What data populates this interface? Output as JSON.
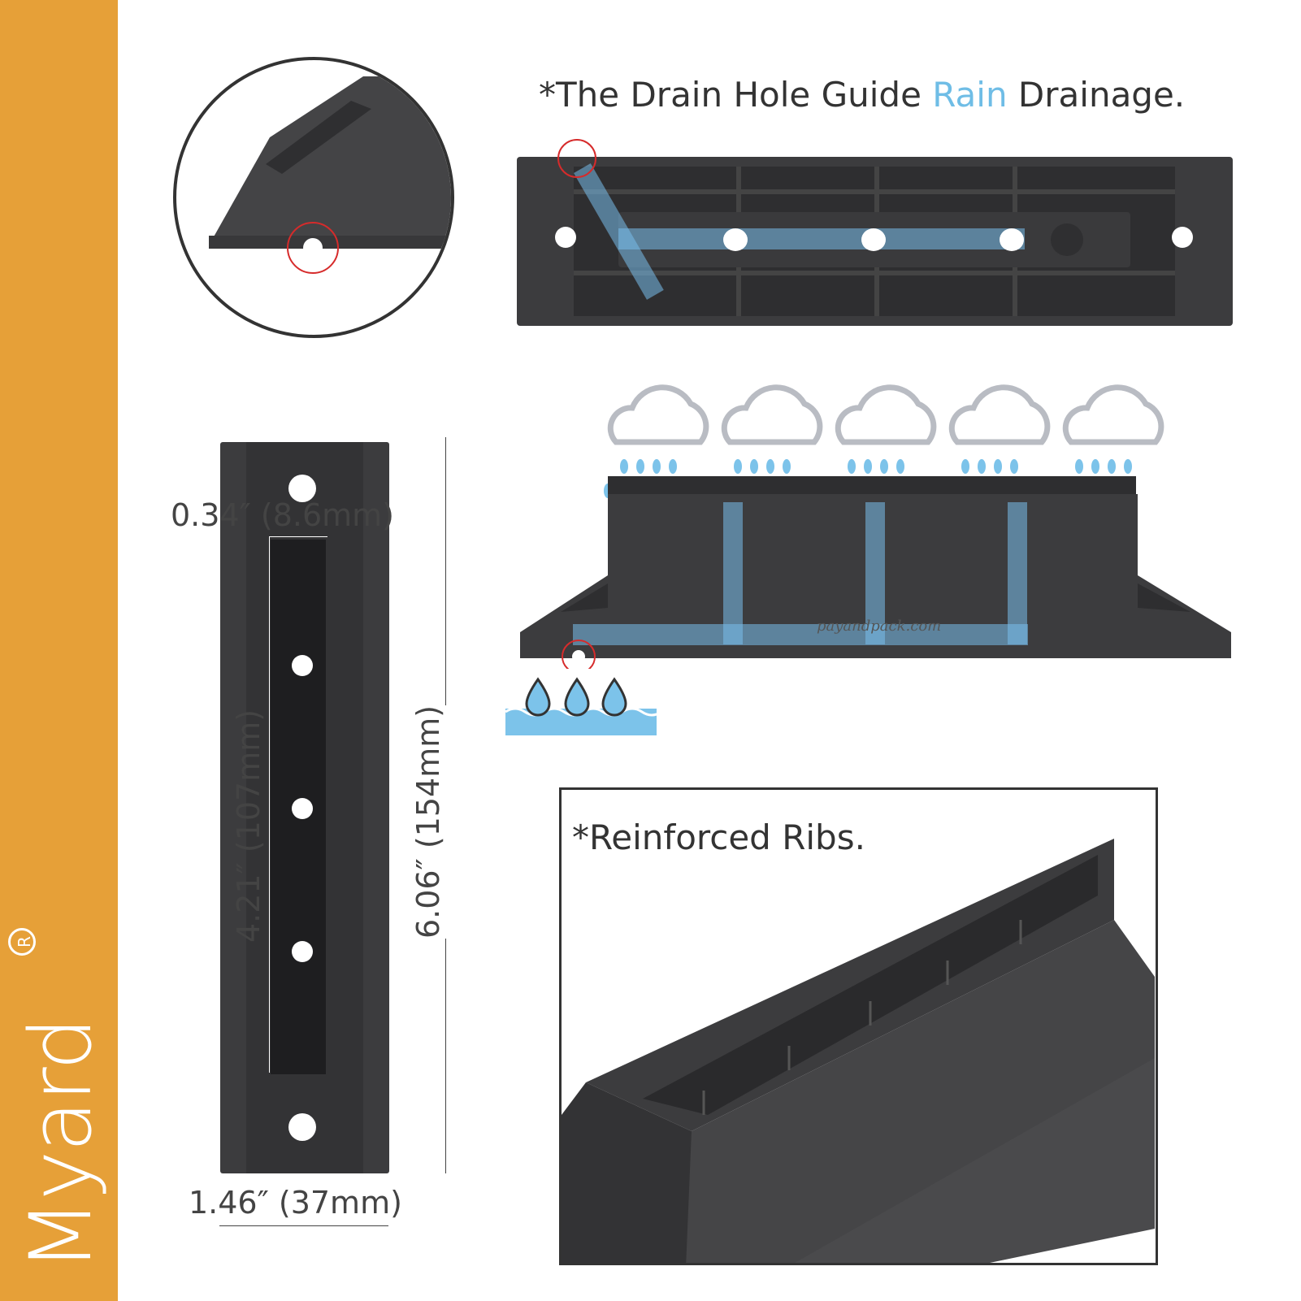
{
  "brand": {
    "name": "Myard",
    "registered": "R"
  },
  "drainage": {
    "caption_before": "*The Drain Hole Guide ",
    "caption_highlight": "Rain",
    "caption_after": " Drainage.",
    "highlight_color": "#6fbde6"
  },
  "dimensions": {
    "inner_width": "0.34″ (8.6mm)",
    "inner_length": "4.21″ (107mm)",
    "total_length": "6.06″ (154mm)",
    "base_width": "1.46″ (37mm)"
  },
  "ribs": {
    "caption": "*Reinforced Ribs."
  },
  "watermark": "payandpack.com",
  "colors": {
    "sidebar": "#e6a038",
    "part": "#3c3c3e",
    "water": "#7cc3ea",
    "marker": "#d62b2b"
  }
}
